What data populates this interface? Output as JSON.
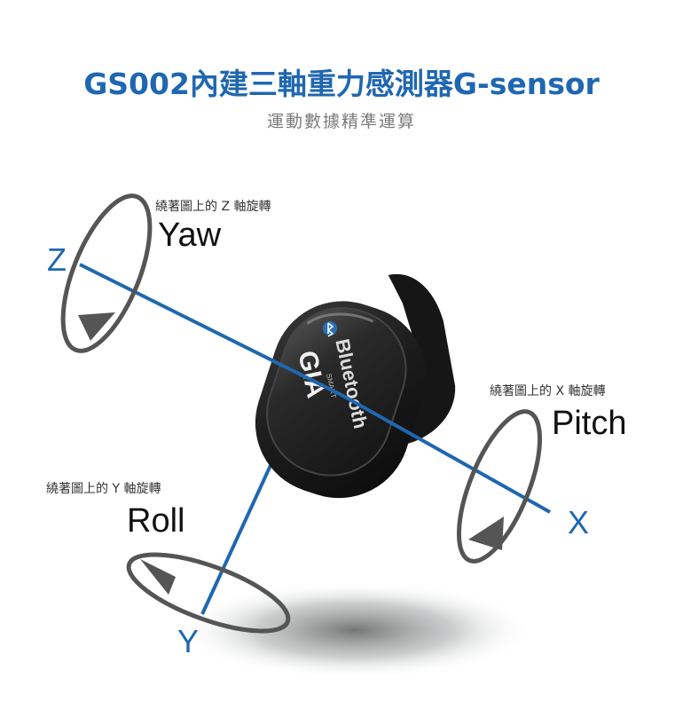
{
  "title": "GS002內建三軸重力感測器G-sensor",
  "subtitle": "運動數據精準運算",
  "yaw": {
    "caption": "繞著圖上的 Z 軸旋轉",
    "label": "Yaw",
    "axis": "Z"
  },
  "pitch": {
    "caption": "繞著圖上的 X 軸旋轉",
    "label": "Pitch",
    "axis": "X"
  },
  "roll": {
    "caption": "繞著圖上的 Y 軸旋轉",
    "label": "Roll",
    "axis": "Y"
  },
  "device": {
    "brand": "Bluetooth",
    "sub": "SMART",
    "logo": "GIA"
  },
  "colors": {
    "axis": "#1f67b1",
    "title": "#1f67b1",
    "ring": "#555555"
  }
}
